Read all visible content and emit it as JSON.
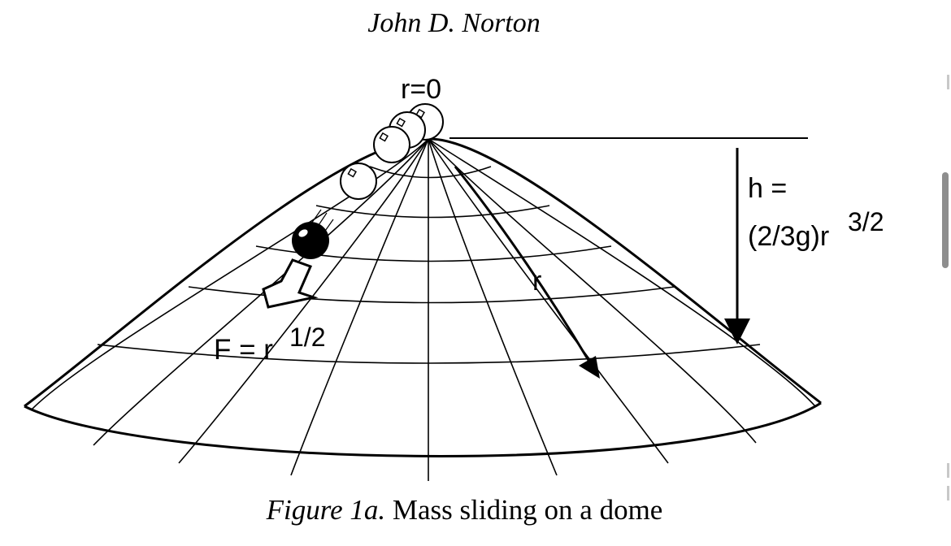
{
  "page": {
    "author": "John D. Norton"
  },
  "figure": {
    "caption_label": "Figure 1a.",
    "caption_text": "Mass sliding on a dome"
  },
  "diagram": {
    "label_r0": "r=0",
    "label_h_line1": "h =",
    "label_h_line2": "(2/3g)r",
    "label_h_exp": "3/2",
    "label_r": "r",
    "label_force": "F = r",
    "label_force_exp": "1/2"
  },
  "colors": {
    "ink": "#000000",
    "paper": "#ffffff",
    "scrollbar": "#8e8e8e"
  }
}
